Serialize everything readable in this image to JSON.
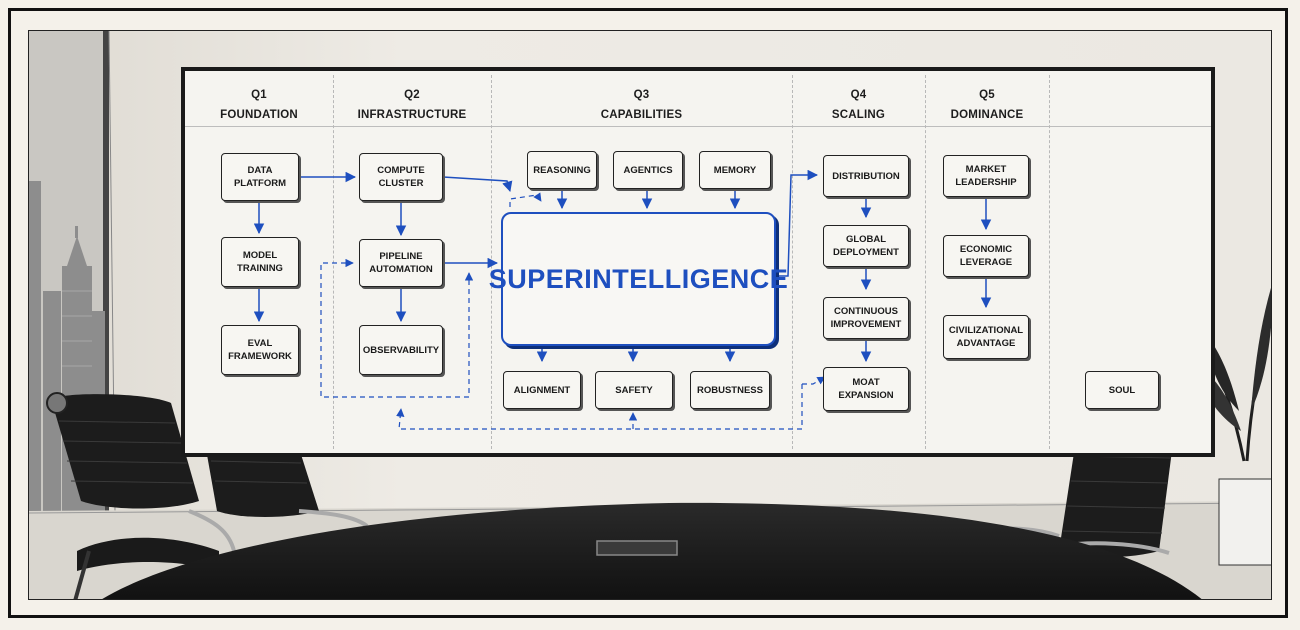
{
  "columns": [
    {
      "quarter": "Q1",
      "theme": "FOUNDATION"
    },
    {
      "quarter": "Q2",
      "theme": "INFRASTRUCTURE"
    },
    {
      "quarter": "Q3",
      "theme": "CAPABILITIES"
    },
    {
      "quarter": "Q4",
      "theme": "SCALING"
    },
    {
      "quarter": "Q5",
      "theme": "DOMINANCE"
    }
  ],
  "nodes": {
    "data_platform": "DATA\nPLATFORM",
    "model_training": "MODEL\nTRAINING",
    "eval_framework": "EVAL\nFRAMEWORK",
    "compute_cluster": "COMPUTE\nCLUSTER",
    "pipeline_automation": "PIPELINE\nAUTOMATION",
    "observability": "OBSERVABILITY",
    "reasoning": "REASONING",
    "agentics": "AGENTICS",
    "memory": "MEMORY",
    "superintelligence": "SUPERINTELLIGENCE",
    "alignment": "ALIGNMENT",
    "safety": "SAFETY",
    "robustness": "ROBUSTNESS",
    "distribution": "DISTRIBUTION",
    "global_deployment": "GLOBAL\nDEPLOYMENT",
    "continuous_improvement": "CONTINUOUS\nIMPROVEMENT",
    "moat_expansion": "MOAT\nEXPANSION",
    "market_leadership": "MARKET\nLEADERSHIP",
    "economic_leverage": "ECONOMIC\nLEVERAGE",
    "civilizational_advantage": "CIVILIZATIONAL\nADVANTAGE",
    "soul": "SOUL"
  },
  "colors": {
    "accent": "#1e4fbf",
    "ink": "#1a1a1a",
    "board": "#f5f4f0",
    "chair": "#1c1c1c",
    "table": "#1e1e1e"
  }
}
